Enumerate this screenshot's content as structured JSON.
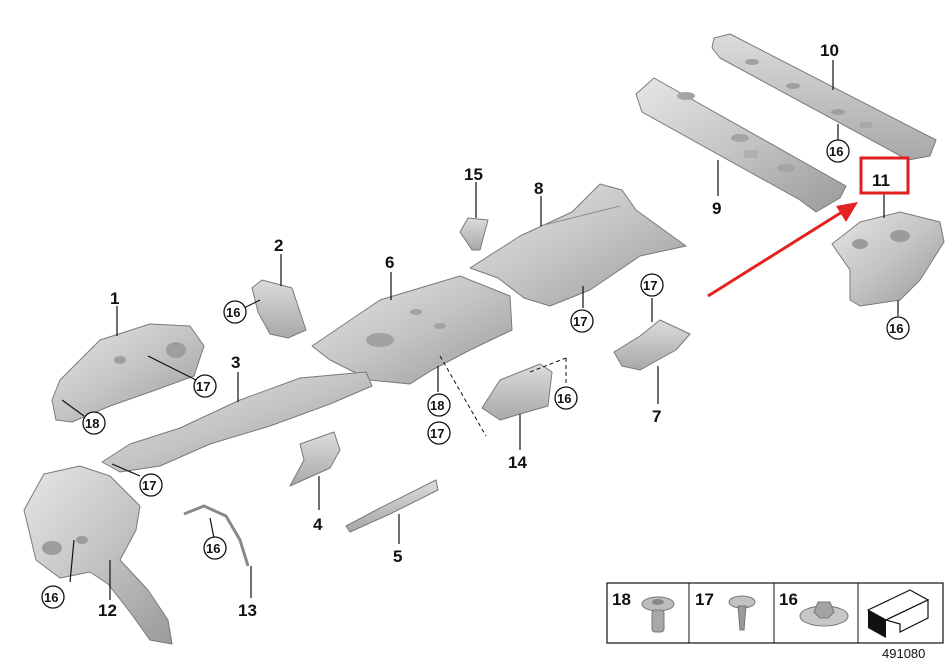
{
  "callouts": {
    "p1": "1",
    "p2": "2",
    "p3": "3",
    "p4": "4",
    "p5": "5",
    "p6": "6",
    "p7": "7",
    "p8": "8",
    "p9": "9",
    "p10": "10",
    "p11": "11",
    "p12": "12",
    "p13": "13",
    "p14": "14",
    "p15": "15"
  },
  "fasteners": {
    "f16": "16",
    "f17": "17",
    "f18": "18"
  },
  "legend": {
    "items": [
      "18",
      "17",
      "16"
    ]
  },
  "reference_number": "491080",
  "colors": {
    "highlight_box": "#e02020",
    "arrow": "#e52222",
    "part_fill": "#c9c9c9",
    "part_dark": "#9e9e9e"
  }
}
